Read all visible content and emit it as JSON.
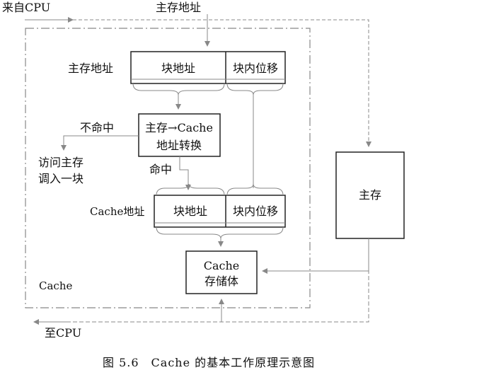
{
  "diagram": {
    "labels": {
      "from_cpu": "来自CPU",
      "main_addr_top": "主存地址",
      "main_addr_left": "主存地址",
      "block_addr_main": "块地址",
      "block_offset_main": "块内位移",
      "miss": "不命中",
      "access_main_line1": "访问主存",
      "access_main_line2": "调入一块",
      "translate_line1": "主存→Cache",
      "translate_line2": "地址转换",
      "hit": "命中",
      "cache_addr": "Cache地址",
      "block_addr_cache": "块地址",
      "block_offset_cache": "块内位移",
      "cache_store_line1": "Cache",
      "cache_store_line2": "存储体",
      "cache_region": "Cache",
      "main_memory": "主存",
      "to_cpu": "至CPU"
    },
    "caption": "图 5.6　Cache 的基本工作原理示意图"
  }
}
